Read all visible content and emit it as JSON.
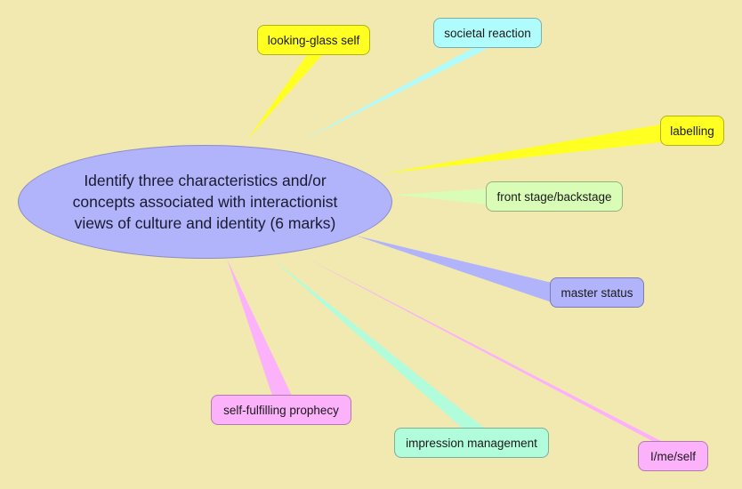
{
  "central": {
    "text": "Identify three characteristics and/or concepts associated with interactionist views of culture and identity (6 marks)",
    "color": "#b1b3fb"
  },
  "nodes": [
    {
      "id": "looking-glass-self",
      "label": "looking-glass self",
      "color": "#ffff22"
    },
    {
      "id": "societal-reaction",
      "label": "societal reaction",
      "color": "#b0fcfc"
    },
    {
      "id": "labelling",
      "label": "labelling",
      "color": "#ffff22"
    },
    {
      "id": "front-stage-backstage",
      "label": "front stage/backstage",
      "color": "#d9fcb6"
    },
    {
      "id": "master-status",
      "label": "master status",
      "color": "#b1b3fb"
    },
    {
      "id": "self-fulfilling-prophecy",
      "label": "self-fulfilling prophecy",
      "color": "#fcb1fb"
    },
    {
      "id": "impression-management",
      "label": "impression management",
      "color": "#b1fcdb"
    },
    {
      "id": "i-me-self",
      "label": "I/me/self",
      "color": "#fcb1fb"
    }
  ]
}
